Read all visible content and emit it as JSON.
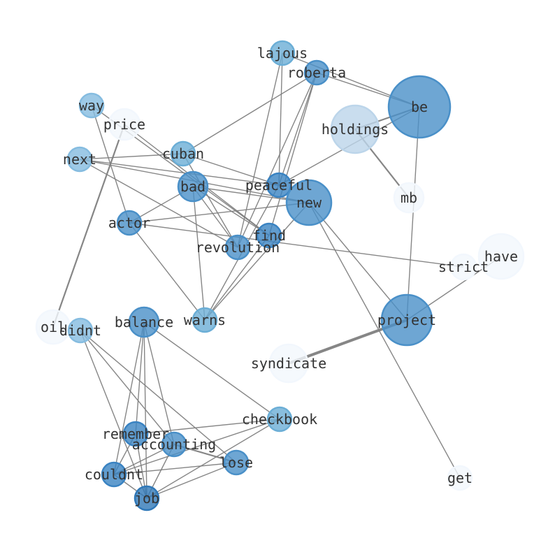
{
  "nodes": [
    {
      "id": "lajous",
      "label": "lajous",
      "color": "#6baed6"
    },
    {
      "id": "roberta",
      "label": "roberta",
      "color": "#4a90c8"
    },
    {
      "id": "be",
      "label": "be",
      "color": "#4a90c8"
    },
    {
      "id": "holdings",
      "label": "holdings",
      "color": "#bcd5ea"
    },
    {
      "id": "way",
      "label": "way",
      "color": "#85bce0"
    },
    {
      "id": "price",
      "label": "price",
      "color": "#f2f7fd"
    },
    {
      "id": "cuban",
      "label": "cuban",
      "color": "#6baed6"
    },
    {
      "id": "next",
      "label": "next",
      "color": "#85bce0"
    },
    {
      "id": "bad",
      "label": "bad",
      "color": "#4a90c8"
    },
    {
      "id": "peaceful",
      "label": "peaceful",
      "color": "#3a83c2"
    },
    {
      "id": "new",
      "label": "new",
      "color": "#4a90c8"
    },
    {
      "id": "mb",
      "label": "mb",
      "color": "#f2f7fd"
    },
    {
      "id": "actor",
      "label": "actor",
      "color": "#4a90c8"
    },
    {
      "id": "find",
      "label": "find",
      "color": "#3a83c2"
    },
    {
      "id": "revolution",
      "label": "revolution",
      "color": "#4a90c8"
    },
    {
      "id": "have",
      "label": "have",
      "color": "#f2f7fd"
    },
    {
      "id": "strict",
      "label": "strict",
      "color": "#f2f7fd"
    },
    {
      "id": "project",
      "label": "project",
      "color": "#4a90c8"
    },
    {
      "id": "oil",
      "label": "oil",
      "color": "#f2f7fd"
    },
    {
      "id": "didnt",
      "label": "didnt",
      "color": "#85bce0"
    },
    {
      "id": "balance",
      "label": "balance",
      "color": "#4a90c8"
    },
    {
      "id": "warns",
      "label": "warns",
      "color": "#6baed6"
    },
    {
      "id": "syndicate",
      "label": "syndicate",
      "color": "#f2f7fd"
    },
    {
      "id": "checkbook",
      "label": "checkbook",
      "color": "#6baed6"
    },
    {
      "id": "remember",
      "label": "remember",
      "color": "#3a83c2"
    },
    {
      "id": "accounting",
      "label": "accounting",
      "color": "#4a90c8"
    },
    {
      "id": "lose",
      "label": "lose",
      "color": "#4a90c8"
    },
    {
      "id": "couldnt",
      "label": "couldnt",
      "color": "#3a83c2"
    },
    {
      "id": "job",
      "label": "job",
      "color": "#2f78b8"
    },
    {
      "id": "get",
      "label": "get",
      "color": "#f2f7fd"
    }
  ],
  "edges": [
    [
      "lajous",
      "be",
      1
    ],
    [
      "roberta",
      "be",
      1
    ],
    [
      "lajous",
      "peaceful",
      1
    ],
    [
      "lajous",
      "revolution",
      1
    ],
    [
      "roberta",
      "cuban",
      1
    ],
    [
      "roberta",
      "peaceful",
      1
    ],
    [
      "roberta",
      "revolution",
      1
    ],
    [
      "roberta",
      "find",
      1
    ],
    [
      "be",
      "holdings",
      2
    ],
    [
      "holdings",
      "mb",
      2
    ],
    [
      "be",
      "peaceful",
      1
    ],
    [
      "be",
      "project",
      1
    ],
    [
      "project",
      "syndicate",
      3
    ],
    [
      "project",
      "have",
      1
    ],
    [
      "new",
      "get",
      1
    ],
    [
      "new",
      "project",
      1
    ],
    [
      "actor",
      "strict",
      1
    ],
    [
      "actor",
      "new",
      1
    ],
    [
      "actor",
      "bad",
      1
    ],
    [
      "actor",
      "way",
      1
    ],
    [
      "actor",
      "warns",
      1
    ],
    [
      "next",
      "cuban",
      1
    ],
    [
      "next",
      "peaceful",
      1
    ],
    [
      "next",
      "revolution",
      1
    ],
    [
      "next",
      "new",
      1
    ],
    [
      "way",
      "find",
      1
    ],
    [
      "price",
      "find",
      1
    ],
    [
      "price",
      "oil",
      2
    ],
    [
      "bad",
      "find",
      1
    ],
    [
      "bad",
      "new",
      1
    ],
    [
      "bad",
      "revolution",
      1
    ],
    [
      "bad",
      "warns",
      1
    ],
    [
      "cuban",
      "peaceful",
      1
    ],
    [
      "cuban",
      "revolution",
      1
    ],
    [
      "warns",
      "new",
      1
    ],
    [
      "warns",
      "find",
      1
    ],
    [
      "warns",
      "peaceful",
      1
    ],
    [
      "balance",
      "remember",
      1
    ],
    [
      "balance",
      "accounting",
      1
    ],
    [
      "balance",
      "couldnt",
      1
    ],
    [
      "balance",
      "job",
      1
    ],
    [
      "balance",
      "checkbook",
      1
    ],
    [
      "didnt",
      "job",
      1
    ],
    [
      "didnt",
      "accounting",
      1
    ],
    [
      "didnt",
      "lose",
      1
    ],
    [
      "remember",
      "checkbook",
      1
    ],
    [
      "accounting",
      "lose",
      2
    ],
    [
      "remember",
      "couldnt",
      1
    ],
    [
      "remember",
      "job",
      1
    ],
    [
      "accounting",
      "couldnt",
      1
    ],
    [
      "accounting",
      "job",
      1
    ],
    [
      "couldnt",
      "lose",
      1
    ],
    [
      "couldnt",
      "checkbook",
      1
    ],
    [
      "job",
      "checkbook",
      1
    ],
    [
      "job",
      "lose",
      1
    ],
    [
      "couldnt",
      "job",
      1
    ]
  ]
}
